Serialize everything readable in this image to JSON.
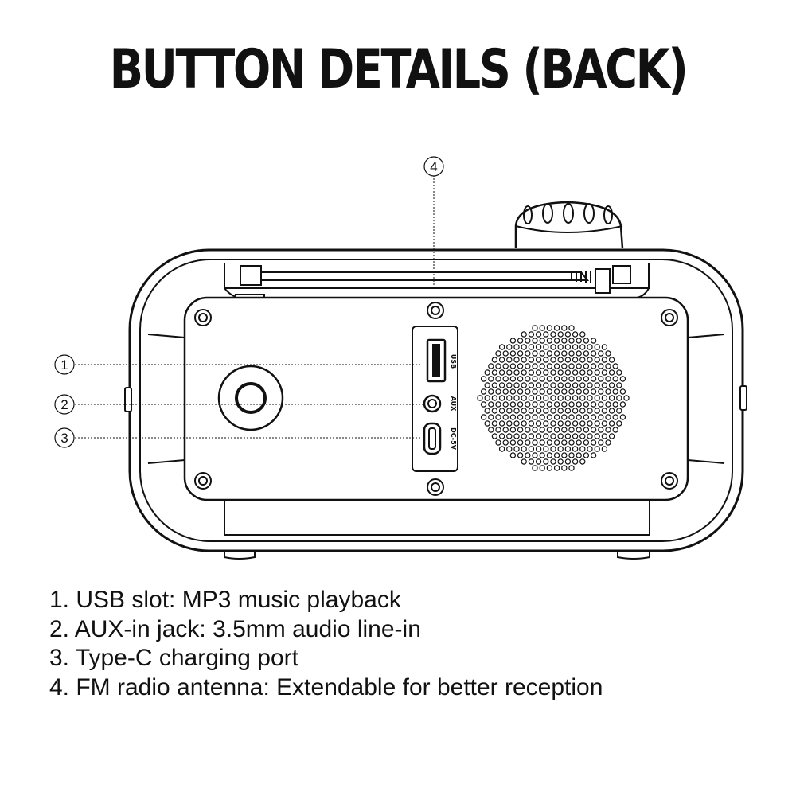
{
  "title": "BUTTON DETAILS (BACK)",
  "callouts": [
    "1",
    "2",
    "3",
    "4"
  ],
  "port_labels": {
    "usb": "USB",
    "aux": "AUX",
    "dc": "DC-5V"
  },
  "legend": [
    "1. USB slot: MP3 music playback",
    "2. AUX-in jack: 3.5mm audio line-in",
    "3. Type-C charging port",
    "4. FM radio antenna: Extendable for better reception"
  ]
}
